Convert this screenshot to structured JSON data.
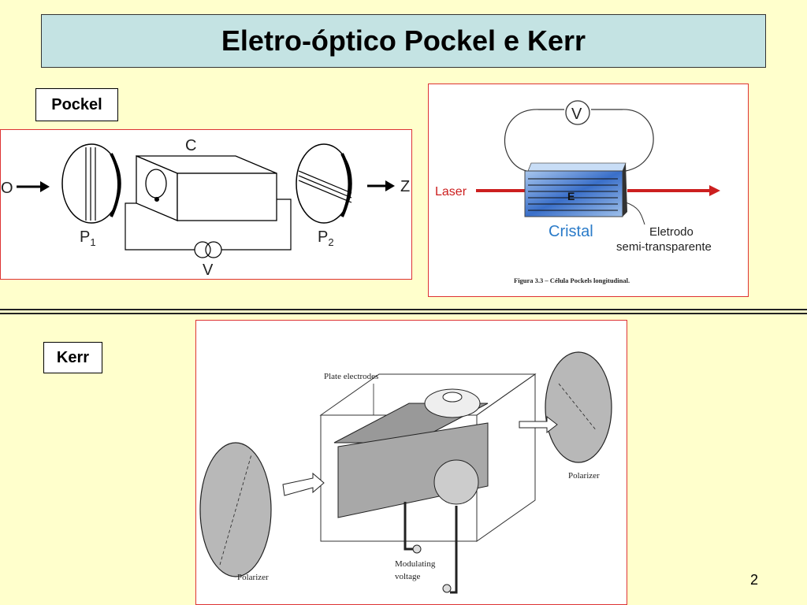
{
  "title": "Eletro-óptico Pockel e Kerr",
  "pockel_label": "Pockel",
  "kerr_label": "Kerr",
  "page_number": "2",
  "pockel_diagram": {
    "origin_label": "O",
    "axis_label": "Z",
    "cell_label": "C",
    "polarizer1_label": "P",
    "polarizer1_sub": "1",
    "polarizer2_label": "P",
    "polarizer2_sub": "2",
    "voltage_label": "V"
  },
  "pockels_cell_figure": {
    "voltage_label": "V",
    "laser_label": "Laser",
    "field_label": "E",
    "crystal_label": "Cristal",
    "electrode_label_line1": "Eletrodo",
    "electrode_label_line2": "semi-transparente",
    "caption": "Figura 3.3 – Célula Pockels longitudinal.",
    "colors": {
      "laser": "#cc1f1f",
      "crystal": "#3a6fc9",
      "crystal_text": "#2a7bc9"
    }
  },
  "kerr_figure": {
    "plate_electrodes_label": "Plate electrodes",
    "polarizer_right_label": "Polarizer",
    "polarizer_left_label": "Polarizer",
    "modulating_label_line1": "Modulating",
    "modulating_label_line2": "voltage"
  }
}
